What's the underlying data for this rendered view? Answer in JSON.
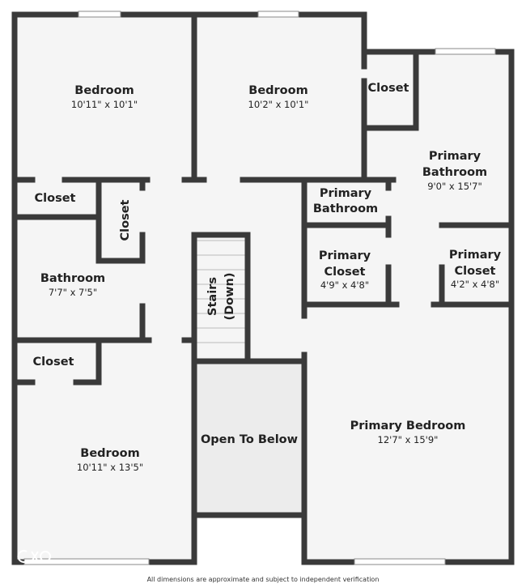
{
  "rooms": {
    "bedroom_nw": {
      "name": "Bedroom",
      "dims": "10'11\" x 10'1\""
    },
    "bedroom_n": {
      "name": "Bedroom",
      "dims": "10'2\" x 10'1\""
    },
    "closet_ne": {
      "name": "Closet"
    },
    "primary_bathroom_main": {
      "name": [
        "Primary",
        "Bathroom"
      ],
      "dims": "9'0\" x 15'7\""
    },
    "closet_w": {
      "name": "Closet"
    },
    "closet_vertical": {
      "name": "Closet"
    },
    "primary_bathroom_small": {
      "name": [
        "Primary",
        "Bathroom"
      ]
    },
    "bathroom": {
      "name": "Bathroom",
      "dims": "7'7\" x 7'5\""
    },
    "stairs": {
      "name": [
        "Stairs",
        "(Down)"
      ]
    },
    "primary_closet_w": {
      "name": [
        "Primary",
        "Closet"
      ],
      "dims": "4'9\" x 4'8\""
    },
    "primary_closet_e": {
      "name": [
        "Primary",
        "Closet"
      ],
      "dims": "4'2\" x 4'8\""
    },
    "closet_sw": {
      "name": "Closet"
    },
    "bedroom_sw": {
      "name": "Bedroom",
      "dims": "10'11\" x 13'5\""
    },
    "open_to_below": {
      "name": "Open To Below"
    },
    "primary_bedroom": {
      "name": "Primary Bedroom",
      "dims": "12'7\" x 15'9\""
    }
  },
  "footer": {
    "disclaimer": "All dimensions are approximate and subject to independent verification"
  },
  "colors": {
    "wall": "#3a3a3a",
    "floor": "#f5f5f5",
    "open_area": "#ececec",
    "window": "#cfcfcf"
  }
}
